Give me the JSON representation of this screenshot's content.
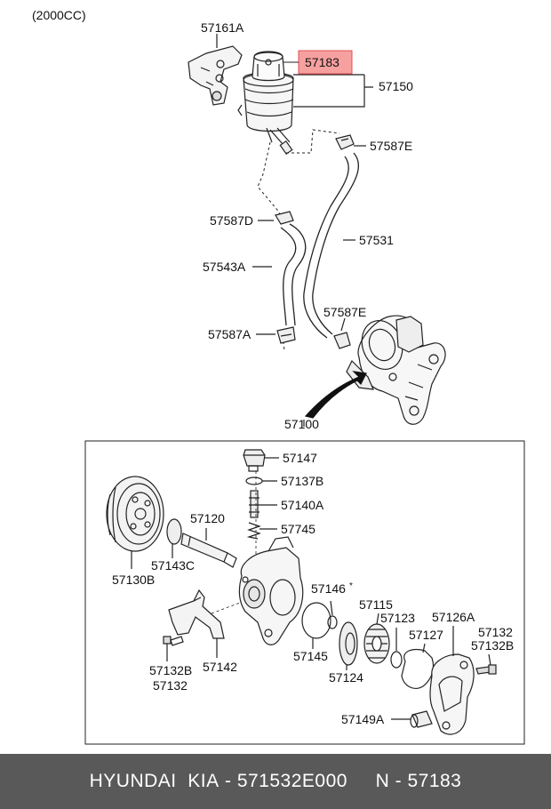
{
  "header": {
    "engine": "(2000CC)"
  },
  "labels": {
    "p57161A": "57161A",
    "p57183": "57183",
    "p57150": "57150",
    "p57587E_top": "57587E",
    "p57587D": "57587D",
    "p57531": "57531",
    "p57543A": "57543A",
    "p57587E_mid": "57587E",
    "p57587A": "57587A",
    "p57100": "57100",
    "p57147": "57147",
    "p57137B": "57137B",
    "p57140A": "57140A",
    "p57745": "57745",
    "p57120": "57120",
    "p57143C": "57143C",
    "p57130B": "57130B",
    "p57146": "57146",
    "p57146_mark": "*",
    "p57115": "57115",
    "p57123": "57123",
    "p57126A": "57126A",
    "p57127": "57127",
    "p57132_r": "57132",
    "p57132B_r": "57132B",
    "p57145": "57145",
    "p57124": "57124",
    "p57132B_l": "57132B",
    "p57132_l": "57132",
    "p57142": "57142",
    "p57149A": "57149A"
  },
  "colors": {
    "highlight": "#f7a0a0",
    "highlight_border": "#e05050",
    "footer_bg": "#595959",
    "footer_text": "#ffffff"
  },
  "footer": {
    "brand": "HYUNDAI  KIA",
    "sep1": " - ",
    "part_number": "571532E000",
    "gap": "     ",
    "n_label": "N",
    "sep2": " - ",
    "n_value": "57183"
  }
}
